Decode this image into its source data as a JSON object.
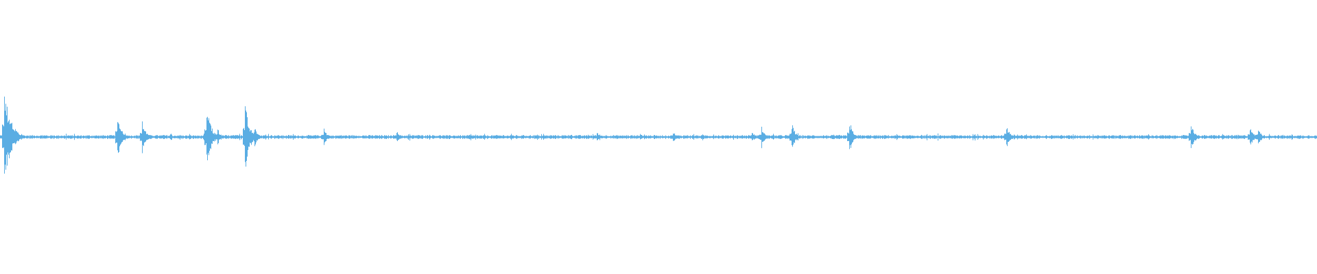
{
  "waveform": {
    "color": "#5aade3",
    "background": "#ffffff",
    "baseline_amplitude": 0.04,
    "spikes": [
      {
        "position": 0.003,
        "amplitude": 1.0
      },
      {
        "position": 0.089,
        "amplitude": 0.48
      },
      {
        "position": 0.108,
        "amplitude": 0.32
      },
      {
        "position": 0.157,
        "amplitude": 0.62
      },
      {
        "position": 0.165,
        "amplitude": 0.18
      },
      {
        "position": 0.186,
        "amplitude": 0.68
      },
      {
        "position": 0.193,
        "amplitude": 0.22
      },
      {
        "position": 0.246,
        "amplitude": 0.2
      },
      {
        "position": 0.301,
        "amplitude": 0.14
      },
      {
        "position": 0.453,
        "amplitude": 0.1
      },
      {
        "position": 0.486,
        "amplitude": 0.08
      },
      {
        "position": 0.511,
        "amplitude": 0.14
      },
      {
        "position": 0.571,
        "amplitude": 0.12
      },
      {
        "position": 0.578,
        "amplitude": 0.22
      },
      {
        "position": 0.601,
        "amplitude": 0.3
      },
      {
        "position": 0.645,
        "amplitude": 0.34
      },
      {
        "position": 0.764,
        "amplitude": 0.26
      },
      {
        "position": 0.904,
        "amplitude": 0.3
      },
      {
        "position": 0.949,
        "amplitude": 0.24
      },
      {
        "position": 0.955,
        "amplitude": 0.2
      }
    ]
  }
}
